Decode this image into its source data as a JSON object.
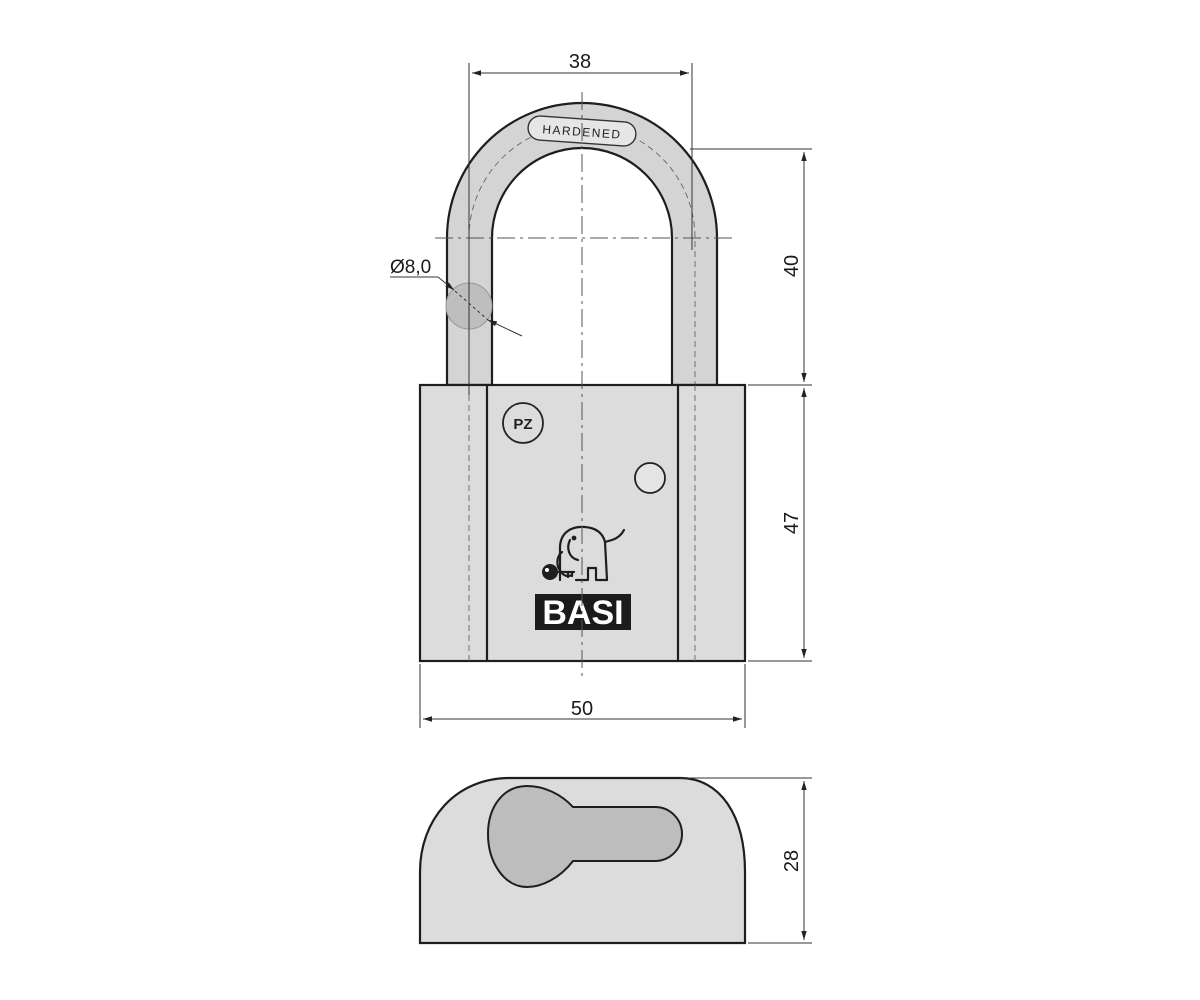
{
  "colors": {
    "body_fill": "#dcdcdc",
    "shackle_fill": "#d4d4d4",
    "keyway_fill": "#bdbdbd",
    "outline": "#1e1e1e",
    "brand_bg": "#1b1b1b"
  },
  "dimensions": {
    "shackle_width": "38",
    "shackle_height": "40",
    "shackle_diameter": "Ø8,0",
    "body_height": "47",
    "body_width": "50",
    "body_depth": "28"
  },
  "markings": {
    "shackle_engraving": "HARDENED",
    "cylinder_badge": "PZ",
    "brand_name": "BASI"
  },
  "icons": {
    "logo": "elephant-with-key-icon"
  }
}
